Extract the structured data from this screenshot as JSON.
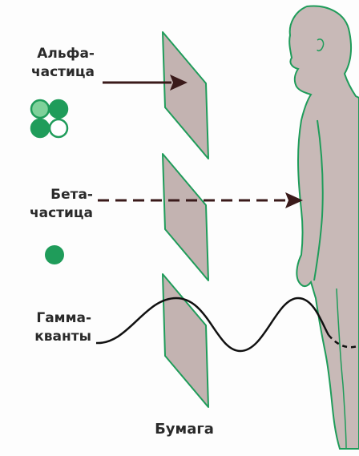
{
  "labels": {
    "alpha": [
      "Альфа-",
      "частица"
    ],
    "beta": [
      "Бета-",
      "частица"
    ],
    "gamma": [
      "Гамма-",
      "кванты"
    ],
    "paper": "Бумага"
  },
  "colors": {
    "green": "#1f9c5a",
    "light_green": "#7fd19a",
    "panel_fill": "#c3b3b1",
    "body_fill": "#c8b9b7",
    "arrow": "#3a1a1a"
  }
}
